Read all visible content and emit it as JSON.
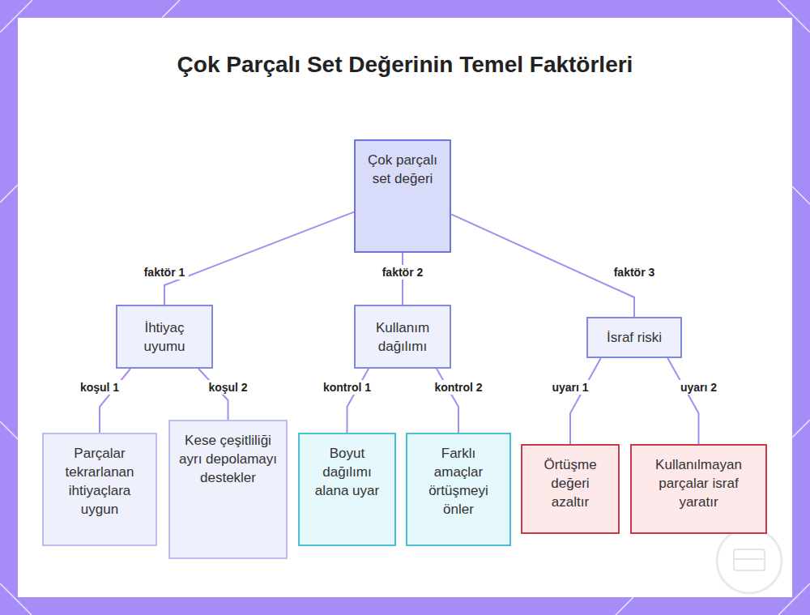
{
  "diagram": {
    "title": "Çok Parçalı Set Değerinin Temel Faktörleri",
    "nodes": [
      {
        "text": [
          "Çok parçalı set değeri"
        ]
      },
      {
        "text": [
          "İhtiyaç uyumu"
        ]
      },
      {
        "text": [
          "Kullanım dağılımı"
        ]
      },
      {
        "text": [
          "İsraf riski"
        ]
      },
      {
        "text": [
          "Parçalar tekrarlanan ihtiyaçlara uygun"
        ]
      },
      {
        "text": [
          "Kese çeşitliliği ayrı depolamayı destekler"
        ]
      },
      {
        "text": [
          "Boyut dağılımı alana uyar"
        ]
      },
      {
        "text": [
          "Farklı amaçlar örtüşmeyi önler"
        ]
      },
      {
        "text": [
          "Örtüşme değeri azaltır"
        ]
      },
      {
        "text": [
          "Kullanılmayan parçalar israf yaratır"
        ]
      }
    ],
    "edges": [
      {
        "from": 0,
        "to": 1,
        "label": "faktör 1",
        "arrow": "none"
      },
      {
        "from": 0,
        "to": 2,
        "label": "faktör 2",
        "arrow": "none"
      },
      {
        "from": 0,
        "to": 3,
        "label": "faktör 3",
        "arrow": "none"
      },
      {
        "from": 1,
        "to": 4,
        "label": "koşul 1",
        "arrow": "none"
      },
      {
        "from": 1,
        "to": 5,
        "label": "koşul 2",
        "arrow": "none"
      },
      {
        "from": 2,
        "to": 6,
        "label": "kontrol 1",
        "arrow": "none"
      },
      {
        "from": 2,
        "to": 7,
        "label": "kontrol 2",
        "arrow": "none"
      },
      {
        "from": 3,
        "to": 8,
        "label": "uyarı 1",
        "arrow": "none"
      },
      {
        "from": 3,
        "to": 9,
        "label": "uyarı 2",
        "arrow": "none"
      }
    ]
  }
}
